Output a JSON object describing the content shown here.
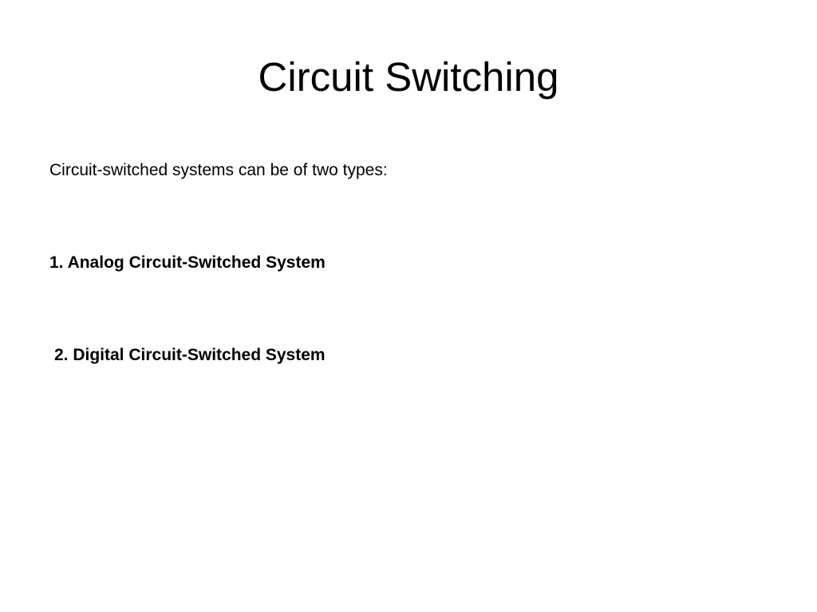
{
  "slide": {
    "title": "Circuit Switching",
    "intro": "Circuit-switched systems can be of two types:",
    "items": [
      "1. Analog Circuit-Switched System",
      "2. Digital Circuit-Switched System"
    ]
  }
}
